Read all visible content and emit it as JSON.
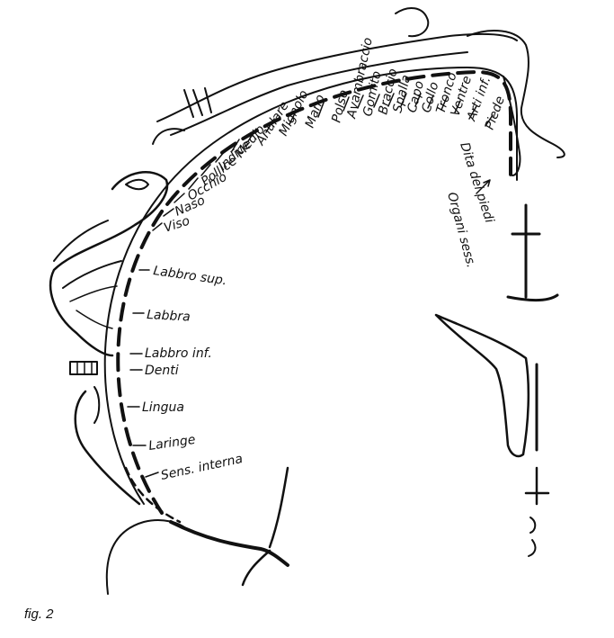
{
  "figure": {
    "caption": "fig. 2",
    "ink_color": "#111111",
    "paper_color": "#ffffff",
    "labels": {
      "piede": "Piede",
      "arti_inf": "Arti inf.",
      "ventre": "Ventre",
      "tronco": "Tronco",
      "collo": "Collo",
      "capo": "Capo",
      "spalla": "Spalla",
      "braccio": "Braccio",
      "gomito": "Gomito",
      "avambraccio": "Avambraccio",
      "polso": "Polso",
      "mano": "Mano",
      "mignolo": "Mignolo",
      "anulare": "Anulare",
      "medio": "Medio",
      "indice": "Indice",
      "pollice": "Pollice",
      "occhio": "Occhio",
      "naso": "Naso",
      "viso": "Viso",
      "labbro_sup": "Labbro sup.",
      "labbra": "Labbra",
      "labbro_inf": "Labbro inf.",
      "denti": "Denti",
      "lingua": "Lingua",
      "laringe": "Laringe",
      "sens_interna": "Sens. interna",
      "dita_dei_piedi": "Dita dei piedi",
      "organi_sess": "Organi sess."
    }
  }
}
